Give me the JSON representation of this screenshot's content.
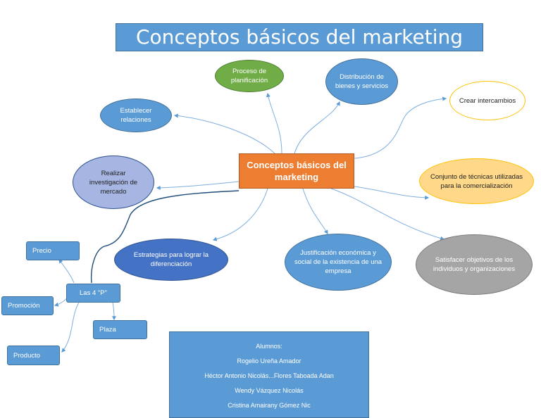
{
  "title": "Conceptos básicos del marketing",
  "center": "Conceptos básicos del marketing",
  "concepts": {
    "proceso": "Proceso de planificación",
    "distribucion": "Distribución de bienes y servicios",
    "intercambios": "Crear intercambios",
    "relaciones": "Establecer relaciones",
    "investigacion": "Realizar investigación de mercado",
    "tecnicas": "Conjunto de técnicas utilizadas para la comercialización",
    "estrategias": "Estrategias para lograr la diferenciación",
    "justificacion": "Justificación económica y social de la existencia de una empresa",
    "objetivos": "Satisfacer objetivos de los individuos y organizaciones"
  },
  "four_p": {
    "label": "Las 4 \"P\"",
    "precio": "Precio",
    "promocion": "Promoción",
    "plaza": "Plaza",
    "producto": "Producto"
  },
  "students": {
    "heading": "Alumnos:",
    "names": [
      "Rogelio Ureña Amador",
      "Héctor Antonio Nicolás...Flores Taboada Adan",
      "Wendy Vázquez Nicolás",
      "Cristina Amairany Gómez Nic"
    ]
  },
  "colors": {
    "title_bg": "#5b9bd5",
    "center_bg": "#ed7d31",
    "node_blue": "#5b9bd5",
    "node_green": "#70ad47",
    "node_gold": "#ffc000",
    "node_lavender": "#a6b5e1",
    "node_dark_blue": "#4472c4",
    "node_gray": "#a5a5a5",
    "connector": "#5b9bd5"
  }
}
